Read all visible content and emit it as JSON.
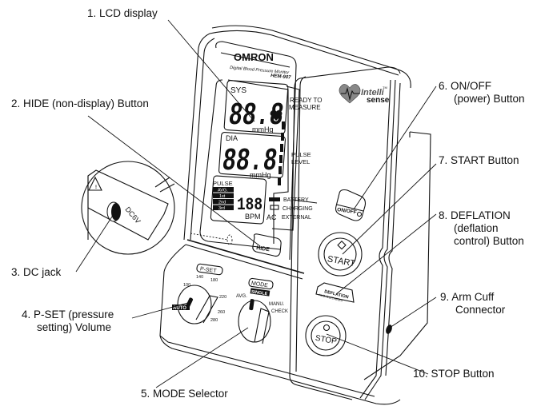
{
  "diagram": {
    "device": {
      "brand": "OMRON",
      "product_line": "Digital Blood Pressure Monitor",
      "model": "HEM-907",
      "logo_text_1": "Intelli",
      "logo_text_2": "sense",
      "logo_tm": "TM"
    },
    "lcd": {
      "sys_label": "SYS",
      "sys_value": "88.8",
      "sys_unit": "mmHg",
      "dia_label": "DIA",
      "dia_value": "88.8",
      "dia_unit": "mmHg",
      "pulse_label": "PULSE",
      "pulse_value": "188",
      "pulse_unit": "BPM",
      "pulse_tags": [
        "AVG.",
        "1st",
        "2nd",
        "3rd"
      ],
      "ready_label_1": "READY TO",
      "ready_label_2": "MEASURE",
      "pulse_level_1": "PULSE",
      "pulse_level_2": "LEVEL",
      "battery_label": "BATTERY",
      "charging_label": "CHARGING",
      "ac_label": "AC",
      "external_label": "EXTERNAL"
    },
    "controls": {
      "hide_button": "HIDE",
      "onoff_button": "ON/OFF",
      "start_button": "START",
      "deflation_button_1": "DEFLATION",
      "deflation_button_2": "AVG./1st/2nd/3rd",
      "stop_button": "STOP",
      "dc_jack_label": "DC6V",
      "pset_label": "P-SET",
      "pset_auto": "AUTO",
      "pset_scale": [
        "100",
        "140",
        "180",
        "220",
        "260",
        "280"
      ],
      "mode_label": "MODE",
      "mode_single": "SINGLE",
      "mode_avg": "AVG.",
      "mode_manu": "MANU.",
      "mode_check": "CHECK"
    },
    "callouts": [
      {
        "id": 1,
        "lines": [
          "1. LCD display"
        ]
      },
      {
        "id": 2,
        "lines": [
          "2. HIDE (non-display) Button"
        ]
      },
      {
        "id": 3,
        "lines": [
          "3. DC jack"
        ]
      },
      {
        "id": 4,
        "lines": [
          "4. P-SET (pressure",
          "setting) Volume"
        ]
      },
      {
        "id": 5,
        "lines": [
          "5. MODE Selector"
        ]
      },
      {
        "id": 6,
        "lines": [
          "6. ON/OFF",
          "(power) Button"
        ]
      },
      {
        "id": 7,
        "lines": [
          "7. START Button"
        ]
      },
      {
        "id": 8,
        "lines": [
          "8. DEFLATION",
          "(deflation",
          "control) Button"
        ]
      },
      {
        "id": 9,
        "lines": [
          "9. Arm Cuff",
          "Connector"
        ]
      },
      {
        "id": 10,
        "lines": [
          "10. STOP Button"
        ]
      }
    ]
  }
}
